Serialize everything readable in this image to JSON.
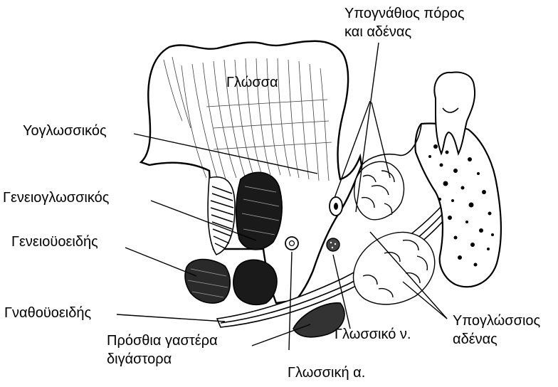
{
  "labels": {
    "submandibular_duct": "Υπογνάθιος πόρος\nκαι αδένας",
    "tongue": "Γλώσσα",
    "hyoglossus": "Υογλωσσικός",
    "genioglossus": "Γενειογλωσσικός",
    "geniohyoid": "Γενειοϋοειδής",
    "mylohyoid": "Γναθοϋοειδής",
    "sublingual_gland": "Υπογλώσσιος\nαδένας",
    "lingual_nerve": "Γλωσσικό ν.",
    "digastric_anterior": "Πρόσθια γαστέρα\nδιγάστορα",
    "lingual_artery": "Γλωσσική α."
  }
}
